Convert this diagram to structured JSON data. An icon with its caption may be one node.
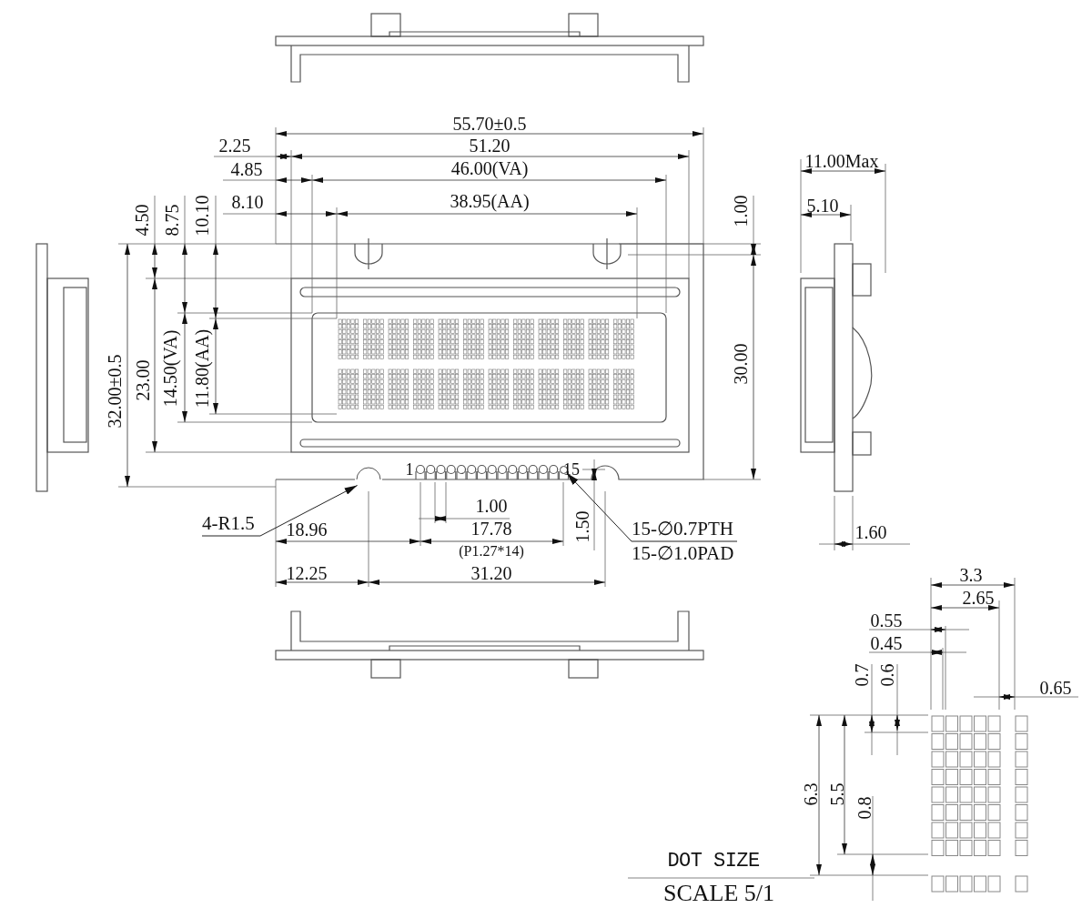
{
  "diagram": {
    "nodes": [
      {
        "text": [
          "4-R1.5"
        ]
      },
      {
        "text": [],
        "shape": "circle"
      },
      {
        "text": [
          "15-∅0.7PTH",
          "15-∅1.0PAD"
        ]
      },
      {
        "text": [],
        "shape": "circle"
      }
    ],
    "edges": [
      {
        "from": 0,
        "to": 1,
        "arrow": "to"
      },
      {
        "from": 2,
        "to": 3,
        "arrow": "to"
      }
    ],
    "labels": [
      "55.70±0.5",
      "2.25",
      "51.20",
      "4.85",
      "46.00(VA)",
      "11.00Max",
      "4.50",
      "8.75",
      "10.10",
      "8.10",
      "38.95(AA)",
      "5.10",
      "1.00",
      "32.00±0.5",
      "23.00",
      "14.50(VA)",
      "11.80(AA)",
      "30.00",
      "1",
      "15",
      "1.00",
      "18.96",
      "17.78",
      "1.50",
      "1.60",
      "(P1.27*14)",
      "12.25",
      "31.20",
      "3.3",
      "2.65",
      "0.55",
      "0.45",
      "0.7",
      "0.6",
      "0.65",
      "6.3",
      "5.5",
      "0.8",
      "DOT SIZE",
      "SCALE 5/1"
    ]
  }
}
